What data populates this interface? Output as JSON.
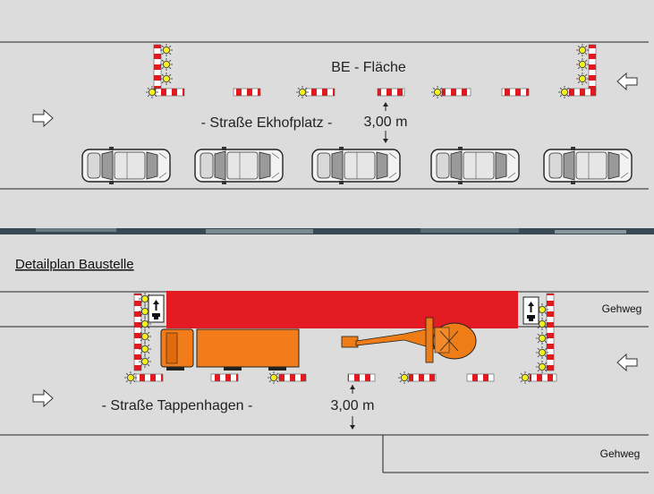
{
  "plan_top": {
    "area_label": "BE - Fläche",
    "street_label": "- Straße Ekhofplatz -",
    "width_label": "3,00 m"
  },
  "plan_bottom": {
    "heading": "Detailplan Baustelle",
    "street_label": "- Straße Tappenhagen -",
    "width_label": "3,00 m",
    "sidewalk_top": "Gehweg",
    "sidewalk_bottom": "Gehweg"
  },
  "colors": {
    "background": "#dcdcdc",
    "barrier_red": "#e4181e",
    "work_zone": "#e31b23",
    "truck": "#f27c1a",
    "excavator": "#ee7d17",
    "warning_light": "#f4ee1c",
    "photo_strip": "#3a4a55"
  },
  "icons": [
    "arrow-right-icon",
    "arrow-left-icon",
    "car-icon",
    "barrier-icon",
    "warning-light-icon",
    "truck-icon",
    "excavator-icon",
    "road-sign-icon"
  ]
}
